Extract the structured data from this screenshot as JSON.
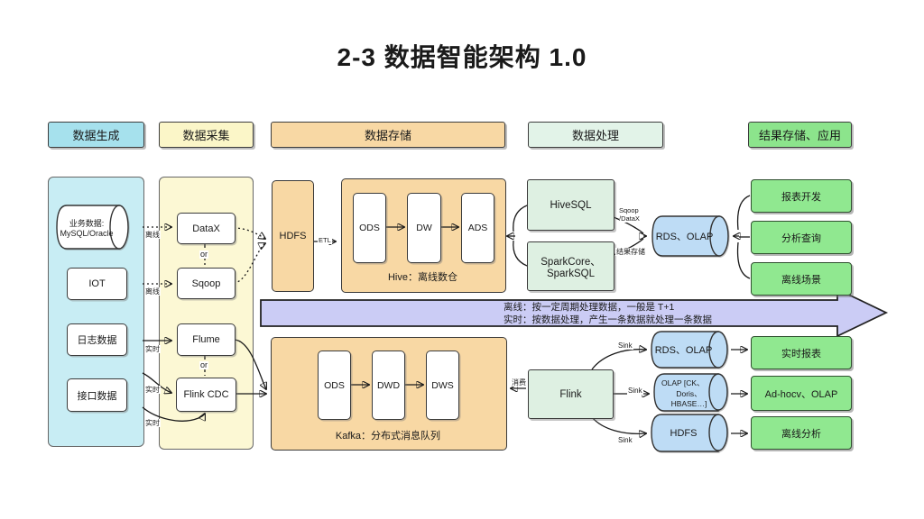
{
  "title": "2-3 数据智能架构 1.0",
  "headers": {
    "generation": "数据生成",
    "collection": "数据采集",
    "storage": "数据存储",
    "processing": "数据处理",
    "result": "结果存储、应用"
  },
  "sources": {
    "business_db_line1": "业务数据:",
    "business_db_line2": "MySQL/Oracle",
    "iot": "IOT",
    "log": "日志数据",
    "api": "接口数据"
  },
  "collectors": {
    "datax": "DataX",
    "sqoop": "Sqoop",
    "flume": "Flume",
    "flink_cdc": "Flink CDC",
    "or": "or"
  },
  "edge_labels": {
    "offline": "离线",
    "realtime": "实时",
    "etl": "ETL",
    "sqoop_datax_line1": "Sqoop",
    "sqoop_datax_line2": "/DataX",
    "result_store": "结果存储",
    "consume": "消费",
    "sink": "Sink"
  },
  "hive": {
    "hdfs": "HDFS",
    "ods": "ODS",
    "dw": "DW",
    "ads": "ADS",
    "caption": "Hive：离线数仓"
  },
  "kafka": {
    "ods": "ODS",
    "dwd": "DWD",
    "dws": "DWS",
    "caption": "Kafka：分布式消息队列"
  },
  "processing": {
    "hivesql": "HiveSQL",
    "spark_line1": "SparkCore、",
    "spark_line2": "SparkSQL",
    "flink": "Flink"
  },
  "cylinders": {
    "rds_olap_offline": "RDS、OLAP",
    "rds_olap_realtime": "RDS、OLAP",
    "olap_line1": "OLAP [CK、",
    "olap_line2": "Doris、HBASE…]",
    "hdfs": "HDFS"
  },
  "apps": {
    "report_dev": "报表开发",
    "analysis_query": "分析查询",
    "offline_scene": "离线场景",
    "realtime_report": "实时报表",
    "adhoc_olap": "Ad-hocv、OLAP",
    "offline_analysis": "离线分析"
  },
  "banner": {
    "line1": "离线：按一定周期处理数据，一般是 T+1",
    "line2": "实时：按数据处理，产生一条数据就处理一条数据"
  },
  "colors": {
    "blue_header": "#a6e1ed",
    "blue_container": "#c8edf4",
    "yellow_header": "#fbf6c8",
    "yellow_container": "#fcf8d4",
    "orange": "#f8d8a4",
    "light_green": "#e2f3e8",
    "green": "#90e890",
    "purple_banner": "#cbccf5",
    "cylinder_blue": "#bedcf5"
  }
}
